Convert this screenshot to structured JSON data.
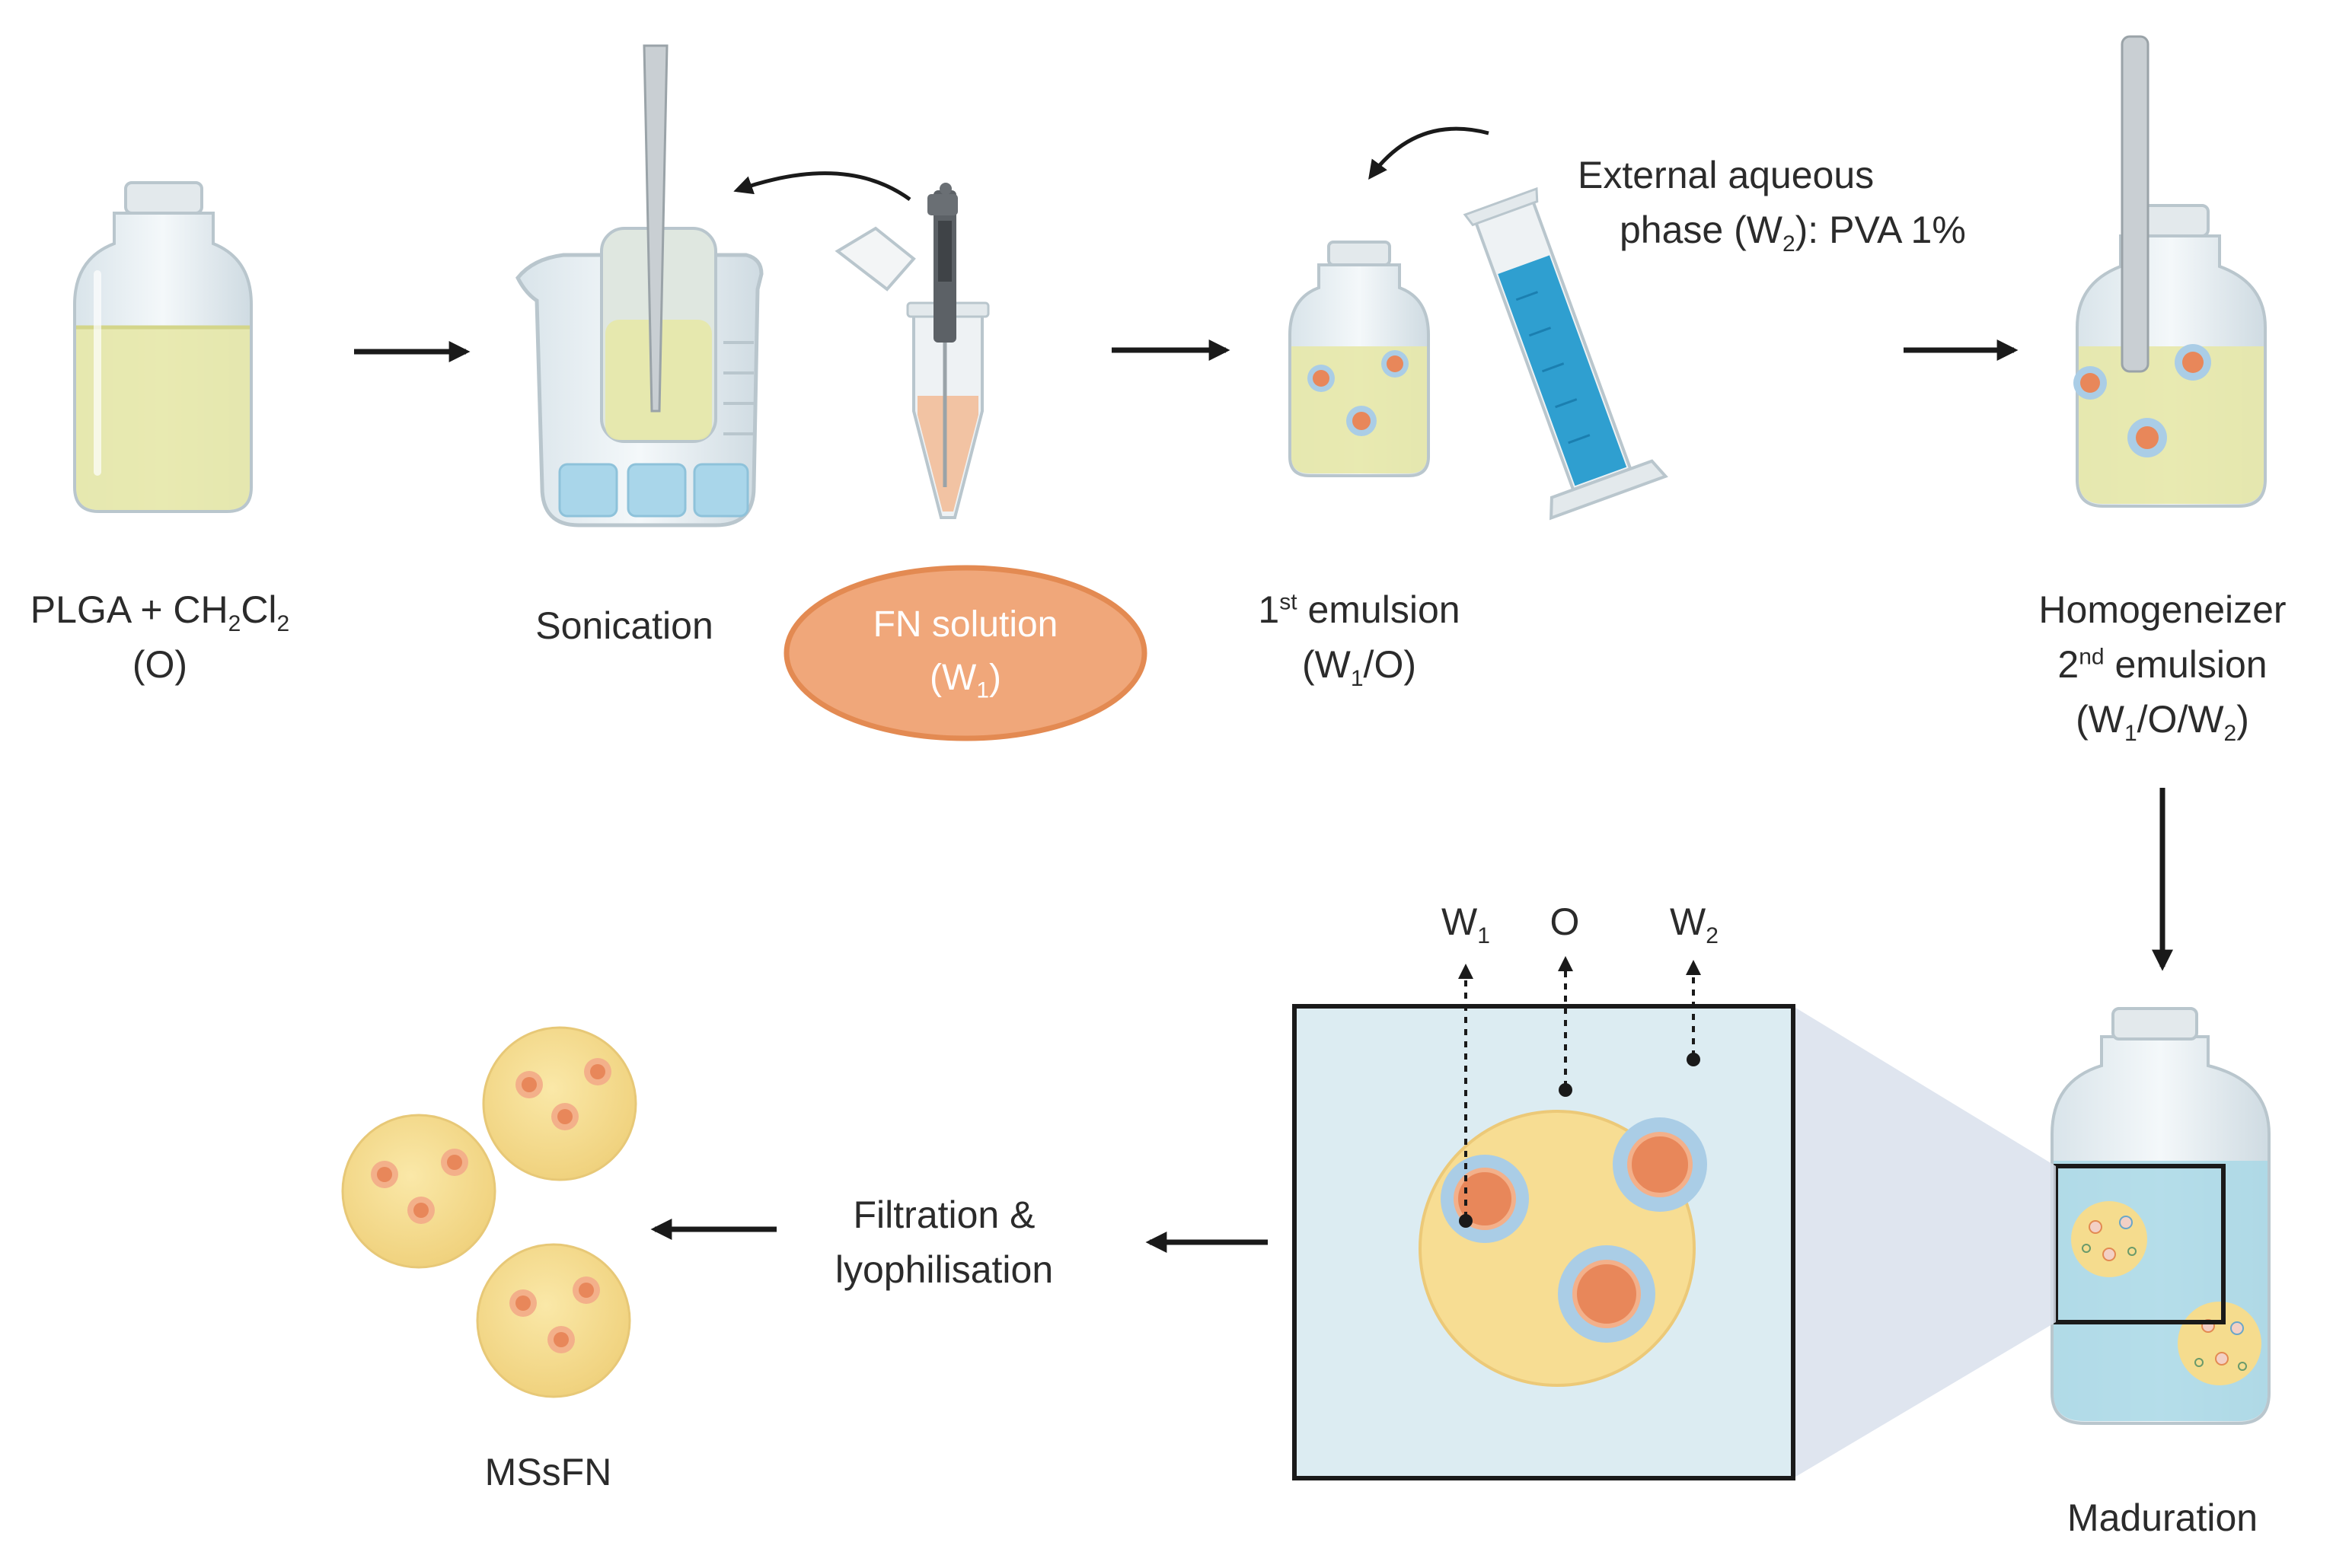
{
  "steps": {
    "plga": {
      "line1_a": "PLGA + CH",
      "line1_sub1": "2",
      "line1_b": "Cl",
      "line1_sub2": "2",
      "line2": "(O)"
    },
    "sonication": {
      "label": "Sonication"
    },
    "fn_solution": {
      "line1": "FN solution",
      "line2_a": "(W",
      "line2_sub": "1",
      "line2_b": ")"
    },
    "first_emulsion": {
      "line1_num": "1",
      "line1_sup": "st",
      "line1_rest": " emulsion",
      "line2_a": "(W",
      "line2_sub": "1",
      "line2_b": "/O)"
    },
    "external_phase": {
      "line1": "External aqueous",
      "line2_a": "phase (W",
      "line2_sub": "2",
      "line2_b": "): PVA 1%"
    },
    "homogeneizer": {
      "line1": "Homogeneizer",
      "line2_num": "2",
      "line2_sup": "nd",
      "line2_rest": " emulsion",
      "line3_a": "(W",
      "line3_sub1": "1",
      "line3_b": "/O/W",
      "line3_sub2": "2",
      "line3_c": ")"
    },
    "maduration": {
      "label": "Maduration"
    },
    "inset": {
      "w1_a": "W",
      "w1_sub": "1",
      "o": "O",
      "w2_a": "W",
      "w2_sub": "2"
    },
    "filtration": {
      "line1": "Filtration &",
      "line2": "lyophilisation"
    },
    "product": {
      "label": "MSsFN"
    }
  },
  "colors": {
    "oil_phase": "#ecebb0",
    "microsphere": "#f5dc8e",
    "droplet_core": "#e8875a",
    "droplet_halo": "#aacde6",
    "aqueous_w2": "#a9d8e6",
    "fn_ellipse": "#f0a77a",
    "cylinder_liquid": "#2f9fd0",
    "arrow": "#1a1a1a"
  }
}
